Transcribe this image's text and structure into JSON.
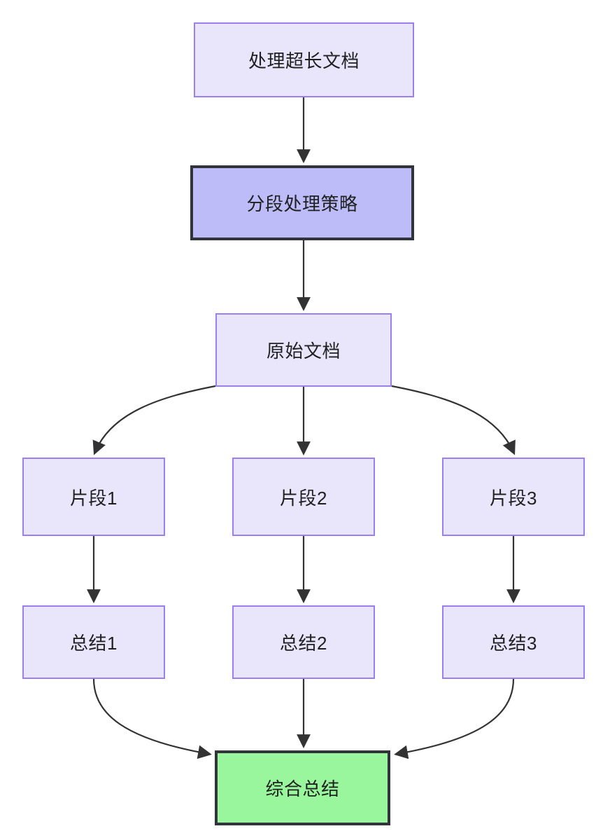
{
  "diagram": {
    "type": "flowchart",
    "direction": "top-down",
    "title": "",
    "background_color": "#ffffff",
    "styles": {
      "default_fill": "#e9e6fb",
      "default_stroke": "#9b7ff0",
      "emphasis_fill": "#bdbcf8",
      "emphasis_stroke": "#31353b",
      "final_fill": "#99f69c",
      "final_stroke": "#31353b",
      "edge_stroke": "#333333",
      "text_color": "#1f2020"
    },
    "nodes": [
      {
        "id": "root",
        "label": "处理超长文档",
        "style": "default"
      },
      {
        "id": "strategy",
        "label": "分段处理策略",
        "style": "emphasis"
      },
      {
        "id": "source",
        "label": "原始文档",
        "style": "default"
      },
      {
        "id": "chunk1",
        "label": "片段1",
        "style": "default"
      },
      {
        "id": "chunk2",
        "label": "片段2",
        "style": "default"
      },
      {
        "id": "chunk3",
        "label": "片段3",
        "style": "default"
      },
      {
        "id": "summary1",
        "label": "总结1",
        "style": "default"
      },
      {
        "id": "summary2",
        "label": "总结2",
        "style": "default"
      },
      {
        "id": "summary3",
        "label": "总结3",
        "style": "default"
      },
      {
        "id": "final",
        "label": "综合总结",
        "style": "final"
      }
    ],
    "edges": [
      {
        "from": "root",
        "to": "strategy",
        "label": "",
        "shape": "straight"
      },
      {
        "from": "strategy",
        "to": "source",
        "label": "",
        "shape": "straight"
      },
      {
        "from": "source",
        "to": "chunk1",
        "label": "",
        "shape": "curve-left"
      },
      {
        "from": "source",
        "to": "chunk2",
        "label": "",
        "shape": "straight"
      },
      {
        "from": "source",
        "to": "chunk3",
        "label": "",
        "shape": "curve-right"
      },
      {
        "from": "chunk1",
        "to": "summary1",
        "label": "",
        "shape": "straight"
      },
      {
        "from": "chunk2",
        "to": "summary2",
        "label": "",
        "shape": "straight"
      },
      {
        "from": "chunk3",
        "to": "summary3",
        "label": "",
        "shape": "straight"
      },
      {
        "from": "summary1",
        "to": "final",
        "label": "",
        "shape": "curve-right-in"
      },
      {
        "from": "summary2",
        "to": "final",
        "label": "",
        "shape": "straight"
      },
      {
        "from": "summary3",
        "to": "final",
        "label": "",
        "shape": "curve-left-in"
      }
    ]
  }
}
